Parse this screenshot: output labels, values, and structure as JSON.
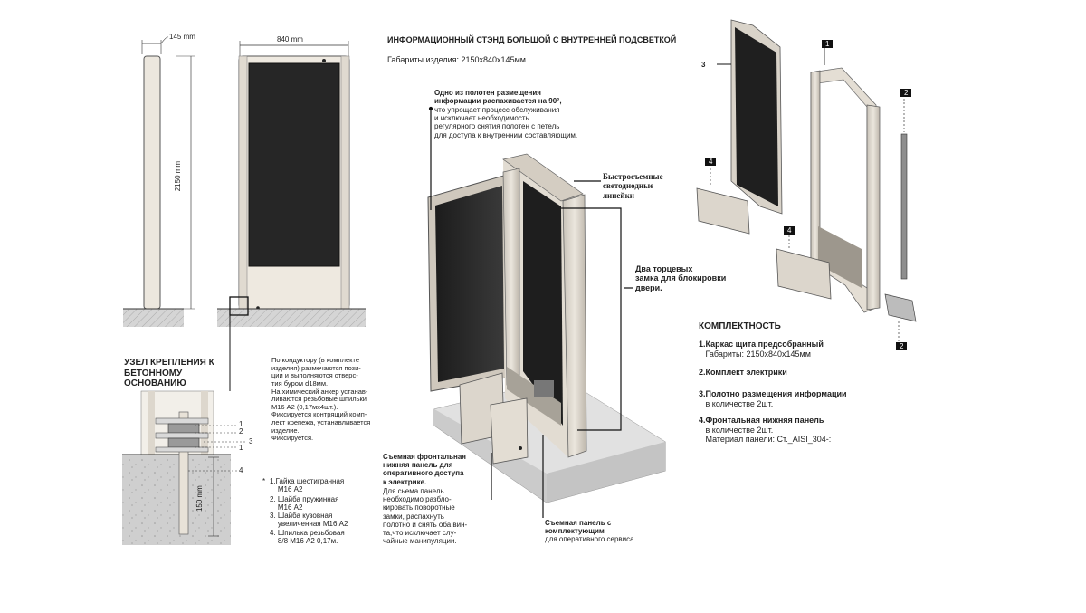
{
  "title": "ИНФОРМАЦИОННЫЙ СТЭНД БОЛЬШОЙ С ВНУТРЕННЕЙ ПОДСВЕТКОЙ",
  "dimensions_line": "Габариты изделия: 2150х840х145мм.",
  "dims": {
    "depth": "145 mm",
    "width": "840 mm",
    "height": "2150 mm",
    "anchor_depth": "150 mm"
  },
  "node_title": "УЗЕЛ КРЕПЛЕНИЯ К\nБЕТОННОМУ\nОСНОВАНИЮ",
  "node_callouts": [
    "1",
    "2",
    "3",
    "1",
    "4"
  ],
  "install_text": "По кондуктору (в комплекте\nизделия) размечаются пози-\nции и выполняются отверс-\nтия буром d18мм.\nНа химический анкер устанав-\nливаются резьбовые шпильки\nМ16 А2 (0,17мх4шт.).\nФиксируется контрящий комп-\nлект крепежа, устанавливается\nизделие.\nФиксируется.",
  "fasteners": {
    "star": "*",
    "items": [
      "1.Гайка шестигранная\n    М16 А2",
      "2. Шайба пружинная\n    М16 А2",
      "3. Шайба кузовная\n    увеличенная М16 А2",
      "4. Шпилька резьбовая\n    8/8 М16 А2 0,17м."
    ]
  },
  "callouts": {
    "panels_bold": "Одно из полотен размещения\nинформации распахивается на 90°,",
    "panels_rest": "что упрощает процесс обслуживания\nи исключает необходимость\nрегулярного снятия полотен с петель\nдля доступа к внутренним составляющим.",
    "led": "Быстросъемные\nсветодиодные\nлинейки",
    "locks": "Два торцевых\nзамка для блокировки\nдвери.",
    "front_bold": "Съемная фронтальная\nнижняя панель для\nоперативного доступа\nк электрике.",
    "front_rest": "Для сьема панель\nнеобходимо разбло-\nкировать поворотные\nзамки, распахнуть\nполотно и снять оба вин-\nта,что исключает слу-\nчайные манипуляции.",
    "service_bold": "Съемная панель с\nкомплектующим",
    "service_rest": "для оперативного сервиса."
  },
  "exploded_tags": [
    "1",
    "2",
    "3",
    "4",
    "4",
    "2"
  ],
  "kit": {
    "heading": "КОМПЛЕКТНОСТЬ",
    "items": [
      {
        "title": "1.Каркас щита предсобранный",
        "sub": "   Габариты: 2150х840х145мм"
      },
      {
        "title": "2.Комплект электрики",
        "sub": ""
      },
      {
        "title": "3.Полотно размещения информации",
        "sub": "   в количестве 2шт."
      },
      {
        "title": "4.Фронтальная нижняя панель",
        "sub": "   в количестве 2шт.\n   Материал панели: Ст._AISI_304-:"
      }
    ]
  }
}
